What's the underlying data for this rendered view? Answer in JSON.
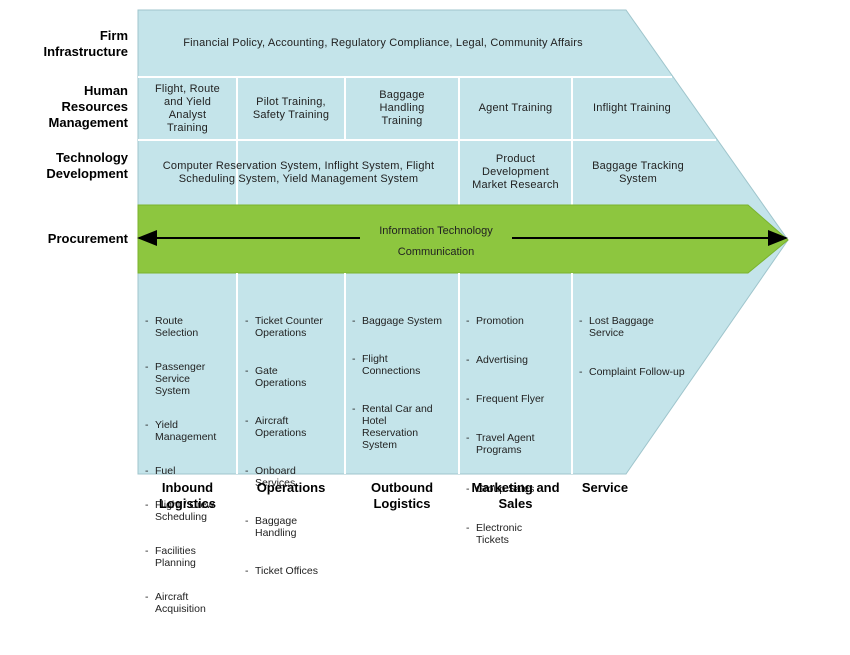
{
  "colors": {
    "value_chain_fill": "#c4e4ea",
    "procurement_bar": "#8dc63f",
    "grid_lines": "#ffffff",
    "arrow": "#000000"
  },
  "support_activities": {
    "firm_infrastructure": {
      "label": "Firm\nInfrastructure",
      "text": "Financial Policy, Accounting, Regulatory Compliance, Legal, Community Affairs"
    },
    "human_resources": {
      "label": "Human\nResources\nManagement",
      "cells": [
        "Flight, Route\nand Yield\nAnalyst\nTraining",
        "Pilot Training,\nSafety Training",
        "Baggage\nHandling\nTraining",
        "Agent Training",
        "Inflight Training"
      ]
    },
    "technology": {
      "label": "Technology\nDevelopment",
      "cells": [
        "Computer Reservation System, Inflight System, Flight\nScheduling System, Yield Management System",
        "Product\nDevelopment\nMarket Research",
        "Baggage Tracking\nSystem"
      ]
    },
    "procurement": {
      "label": "Procurement",
      "line1": "Information Technology",
      "line2": "Communication"
    }
  },
  "primary_activities": [
    {
      "label": "Inbound\nLogistics",
      "items": [
        "Route\nSelection",
        "Passenger\nService\nSystem",
        "Yield\nManagement",
        "Fuel",
        "Flight / Crew\nScheduling",
        "Facilities\nPlanning",
        "Aircraft\nAcquisition"
      ]
    },
    {
      "label": "Operations",
      "items": [
        "Ticket Counter\nOperations",
        "Gate\nOperations",
        "Aircraft\nOperations",
        "Onboard\nServices",
        "Baggage\nHandling",
        "Ticket Offices"
      ]
    },
    {
      "label": "Outbound\nLogistics",
      "items": [
        "Baggage System",
        "Flight\nConnections",
        "Rental Car and\nHotel\nReservation\nSystem"
      ]
    },
    {
      "label": "Marketing and\nSales",
      "items": [
        "Promotion",
        "Advertising",
        "Frequent Flyer",
        "Travel Agent\nPrograms",
        "Group Sales",
        "Electronic\nTickets"
      ]
    },
    {
      "label": "Service",
      "items": [
        "Lost Baggage\nService",
        "Complaint Follow-up"
      ]
    }
  ]
}
